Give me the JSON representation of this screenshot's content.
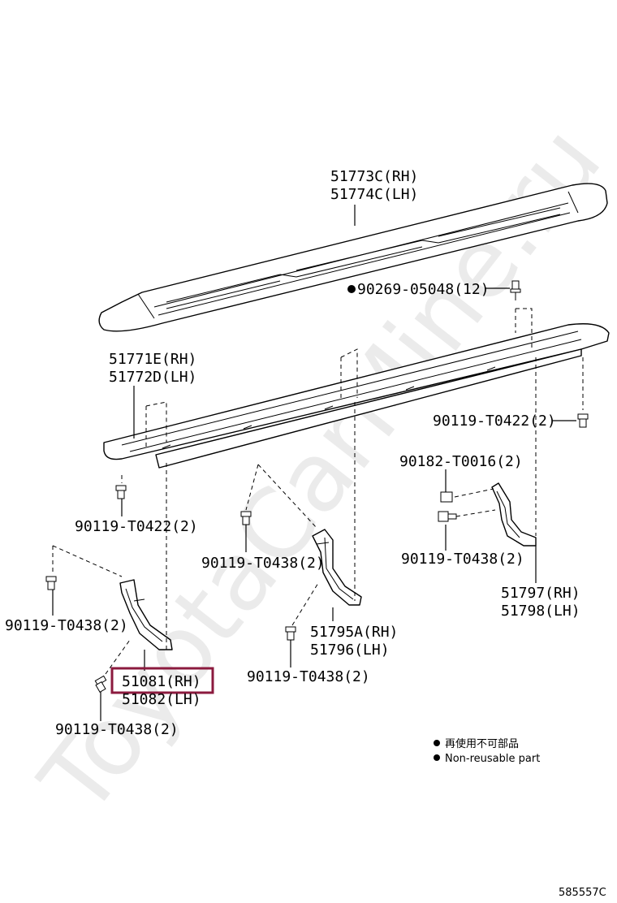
{
  "diagram": {
    "watermark": "ToyotaCarMine.ru",
    "labels": {
      "step_cover_rh": "51773C(RH)",
      "step_cover_lh": "51774C(LH)",
      "clip": "90269-05048(12)",
      "step_rh": "51771E(RH)",
      "step_lh": "51772D(LH)",
      "bolt_right_upper": "90119-T0422(2)",
      "nut_right": "90182-T0016(2)",
      "bolt_right_lower": "90119-T0438(2)",
      "bracket_rear_rh": "51797(RH)",
      "bracket_rear_lh": "51798(LH)",
      "bolt_left_upper": "90119-T0422(2)",
      "bolt_center": "90119-T0438(2)",
      "bolt_front_left": "90119-T0438(2)",
      "bracket_center_rh": "51795A(RH)",
      "bracket_center_lh": "51796(LH)",
      "bolt_center_lower": "90119-T0438(2)",
      "bracket_front_rh": "51081(RH)",
      "bracket_front_lh": "51082(LH)",
      "bolt_front_lower": "90119-T0438(2)"
    },
    "legend": {
      "chinese": "再使用不可部品",
      "english": "Non-reusable part"
    },
    "drawing_code": "585557C",
    "highlight_color": "#8b1a3e"
  }
}
